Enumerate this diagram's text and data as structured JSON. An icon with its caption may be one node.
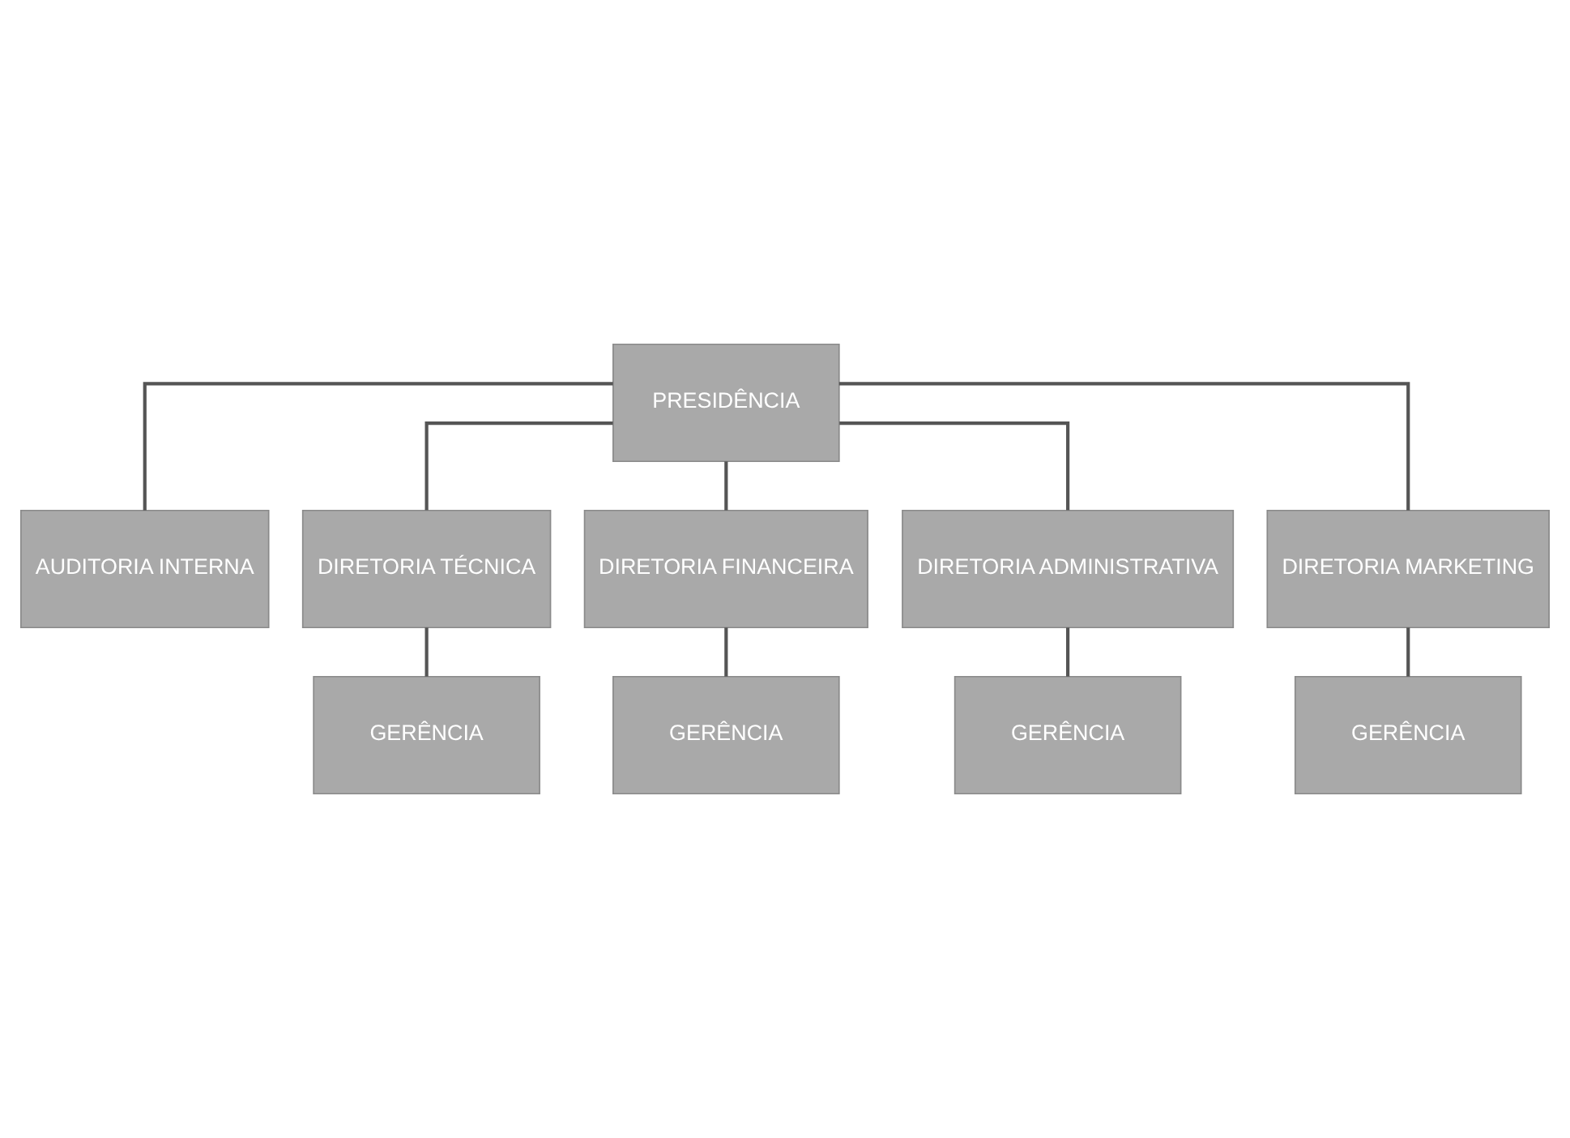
{
  "diagram": {
    "nodes": [
      {
        "text": [
          "PRESIDÊNCIA"
        ]
      },
      {
        "text": [
          "AUDITORIA INTERNA"
        ]
      },
      {
        "text": [
          "DIRETORIA TÉCNICA"
        ]
      },
      {
        "text": [
          "DIRETORIA FINANCEIRA"
        ]
      },
      {
        "text": [
          "DIRETORIA ADMINISTRATIVA"
        ]
      },
      {
        "text": [
          "DIRETORIA MARKETING"
        ]
      },
      {
        "text": [
          "GERÊNCIA"
        ]
      },
      {
        "text": [
          "GERÊNCIA"
        ]
      },
      {
        "text": [
          "GERÊNCIA"
        ]
      },
      {
        "text": [
          "GERÊNCIA"
        ]
      }
    ],
    "edges": [
      {
        "from": 0,
        "to": 1,
        "arrow": "none"
      },
      {
        "from": 0,
        "to": 2,
        "arrow": "none"
      },
      {
        "from": 0,
        "to": 3,
        "arrow": "none"
      },
      {
        "from": 0,
        "to": 4,
        "arrow": "none"
      },
      {
        "from": 0,
        "to": 5,
        "arrow": "none"
      },
      {
        "from": 2,
        "to": 6,
        "arrow": "none"
      },
      {
        "from": 3,
        "to": 7,
        "arrow": "none"
      },
      {
        "from": 4,
        "to": 8,
        "arrow": "none"
      },
      {
        "from": 5,
        "to": 9,
        "arrow": "none"
      }
    ]
  }
}
